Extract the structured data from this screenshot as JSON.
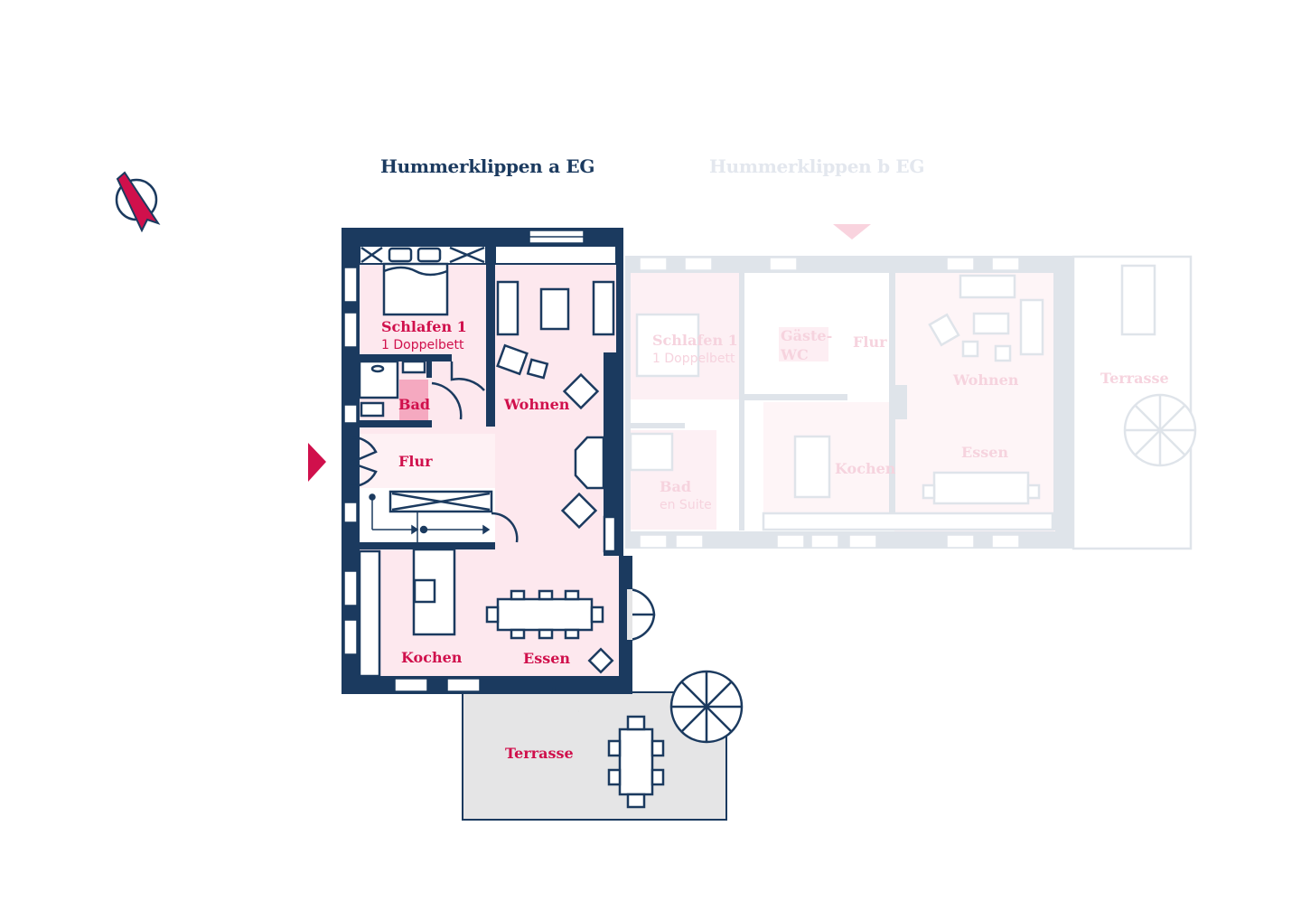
{
  "tabs": [
    {
      "label": "Hummerklippen a EG",
      "active": true
    },
    {
      "label": "Hummerklippen b EG",
      "active": false
    }
  ],
  "unit_a": {
    "rooms": {
      "schlafen": "Schlafen 1",
      "schlafen_sub": "1 Doppelbett",
      "bad": "Bad",
      "wohnen": "Wohnen",
      "flur": "Flur",
      "kochen": "Kochen",
      "essen": "Essen",
      "terrasse": "Terrasse"
    }
  },
  "unit_b": {
    "rooms": {
      "schlafen": "Schlafen 1",
      "schlafen_sub": "1 Doppelbett",
      "gaeste": "Gäste-",
      "wc": "WC",
      "flur": "Flur",
      "wohnen": "Wohnen",
      "terrasse": "Terrasse",
      "bad": "Bad",
      "bad_sub": "en Suite",
      "kochen": "Kochen",
      "essen": "Essen"
    }
  },
  "colors": {
    "navy": "#1b3a5f",
    "accent": "#d0104c",
    "room_fill": "#fde8ee",
    "faded": "#dfe4ea"
  },
  "icons": {
    "compass": "north-arrow-icon",
    "entrance": "entrance-arrow-icon"
  }
}
